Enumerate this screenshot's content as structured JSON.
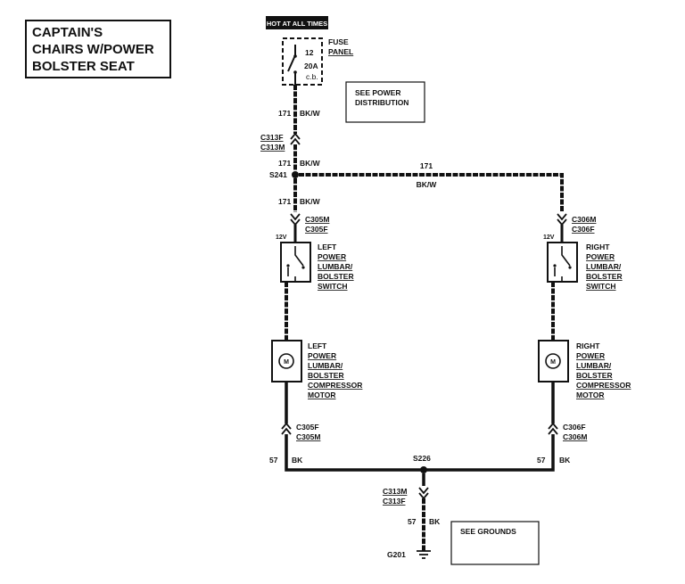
{
  "title_lines": [
    "CAPTAIN'S",
    "CHAIRS W/POWER",
    "BOLSTER SEAT"
  ],
  "hot_label": "HOT AT ALL TIMES",
  "fuse": {
    "number": "12",
    "rating": "20A",
    "type": "c.b.",
    "label_1": "FUSE",
    "label_2": "PANEL"
  },
  "power_dist_note": [
    "SEE POWER",
    "DISTRIBUTION"
  ],
  "grounds_note": "SEE GROUNDS",
  "wires": {
    "w1": {
      "circuit": "171",
      "color": "BK/W"
    },
    "w2": {
      "circuit": "171",
      "color": "BK/W"
    },
    "w3": {
      "circuit": "171",
      "color": "BK/W"
    },
    "w4": {
      "circuit": "171",
      "color": "BK/W"
    },
    "left_ground": {
      "circuit": "57",
      "color": "BK"
    },
    "right_ground": {
      "circuit": "57",
      "color": "BK"
    },
    "main_ground": {
      "circuit": "57",
      "color": "BK"
    }
  },
  "connectors": {
    "c313_top": [
      "C313F",
      "C313M"
    ],
    "c305_top": [
      "C305M",
      "C305F"
    ],
    "c306_top": [
      "C306M",
      "C306F"
    ],
    "c305_bot": [
      "C305F",
      "C305M"
    ],
    "c306_bot": [
      "C306F",
      "C306M"
    ],
    "c313_bot": [
      "C313M",
      "C313F"
    ]
  },
  "splices": {
    "top": "S241",
    "bottom": "S226"
  },
  "ground_point": "G201",
  "voltage_left": "12V",
  "voltage_right": "12V",
  "motor_symbol": "M",
  "left_switch": [
    "LEFT",
    "POWER",
    "LUMBAR/",
    "BOLSTER",
    "SWITCH"
  ],
  "right_switch": [
    "RIGHT",
    "POWER",
    "LUMBAR/",
    "BOLSTER",
    "SWITCH"
  ],
  "left_motor": [
    "LEFT",
    "POWER",
    "LUMBAR/",
    "BOLSTER",
    "COMPRESSOR",
    "MOTOR"
  ],
  "right_motor": [
    "RIGHT",
    "POWER",
    "LUMBAR/",
    "BOLSTER",
    "COMPRESSOR",
    "MOTOR"
  ]
}
